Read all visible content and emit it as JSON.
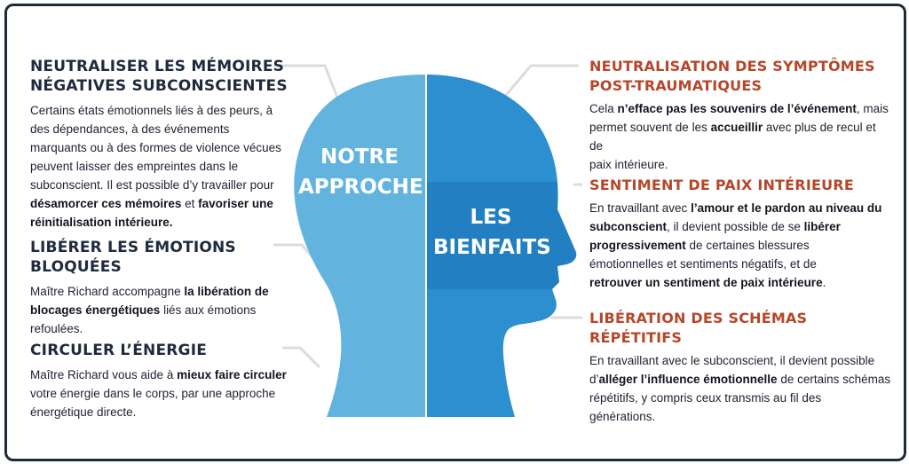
{
  "colors": {
    "left_head": "#62b4df",
    "right_head": "#2c8fcf",
    "right_head_dark": "#1c73b8",
    "connector": "#dcdcdc",
    "left_title": "#1e2a3d",
    "right_title": "#b5472a",
    "frame": "#1f2b3a"
  },
  "head": {
    "left_label_1": "NOTRE",
    "left_label_2": "APPROCHE",
    "right_label_1": "LES",
    "right_label_2": "BIENFAITS"
  },
  "left": [
    {
      "title_1": "NEUTRALISER LES MÉMOIRES",
      "title_2": "NÉGATIVES SUBCONSCIENTES",
      "lines": [
        [
          {
            "t": "Certains états émotionnels liés à des peurs, à"
          }
        ],
        [
          {
            "t": "des dépendances, à des événements"
          }
        ],
        [
          {
            "t": "marquants ou à des formes de violence vécues"
          }
        ],
        [
          {
            "t": "peuvent laisser des empreintes dans le"
          }
        ],
        [
          {
            "t": "subconscient. Il est possible d’y travailler pour"
          }
        ],
        [
          {
            "t": "désamorcer ces mémoires",
            "b": true
          },
          {
            "t": " et "
          },
          {
            "t": "favoriser une",
            "b": true
          }
        ],
        [
          {
            "t": "réinitialisation intérieure.",
            "b": true
          }
        ]
      ]
    },
    {
      "title_1": "LIBÉRER LES ÉMOTIONS",
      "title_2": "BLOQUÉES",
      "lines": [
        [
          {
            "t": "Maître Richard accompagne "
          },
          {
            "t": "la libération de",
            "b": true
          }
        ],
        [
          {
            "t": "blocages énergétiques",
            "b": true
          },
          {
            "t": " liés aux émotions"
          }
        ],
        [
          {
            "t": "refoulées."
          }
        ]
      ]
    },
    {
      "title_1": "CIRCULER L’ÉNERGIE",
      "lines": [
        [
          {
            "t": "Maître Richard vous aide à "
          },
          {
            "t": "mieux faire circuler",
            "b": true
          }
        ],
        [
          {
            "t": "votre énergie dans le corps, par une approche"
          }
        ],
        [
          {
            "t": "énergétique directe."
          }
        ]
      ]
    }
  ],
  "right": [
    {
      "title_1": "NEUTRALISATION DES SYMPTÔMES",
      "title_2": "POST-TRAUMATIQUES",
      "lines": [
        [
          {
            "t": "Cela "
          },
          {
            "t": "n’efface pas les souvenirs de l’événement",
            "b": true
          },
          {
            "t": ", mais"
          }
        ],
        [
          {
            "t": "permet souvent de les "
          },
          {
            "t": "accueillir",
            "b": true
          },
          {
            "t": " avec plus de recul et de"
          }
        ],
        [
          {
            "t": "paix intérieure."
          }
        ]
      ]
    },
    {
      "title_1": "SENTIMENT DE PAIX INTÉRIEURE",
      "lines": [
        [
          {
            "t": "En travaillant avec "
          },
          {
            "t": "l’amour et le pardon au niveau du",
            "b": true
          }
        ],
        [
          {
            "t": "subconscient",
            "b": true
          },
          {
            "t": ", il devient possible de se "
          },
          {
            "t": "libérer",
            "b": true
          }
        ],
        [
          {
            "t": "progressivement",
            "b": true
          },
          {
            "t": " de certaines blessures"
          }
        ],
        [
          {
            "t": "émotionnelles et sentiments négatifs, et de"
          }
        ],
        [
          {
            "t": "retrouver un sentiment de paix intérieure",
            "b": true
          },
          {
            "t": "."
          }
        ]
      ]
    },
    {
      "title_1": "LIBÉRATION DES SCHÉMAS RÉPÉTITIFS",
      "lines": [
        [
          {
            "t": "En travaillant avec le subconscient, il devient possible"
          }
        ],
        [
          {
            "t": "d’"
          },
          {
            "t": "alléger l’influence émotionnelle",
            "b": true
          },
          {
            "t": " de certains schémas"
          }
        ],
        [
          {
            "t": "répétitifs, y compris ceux transmis au fil des"
          }
        ],
        [
          {
            "t": "générations."
          }
        ]
      ]
    }
  ]
}
